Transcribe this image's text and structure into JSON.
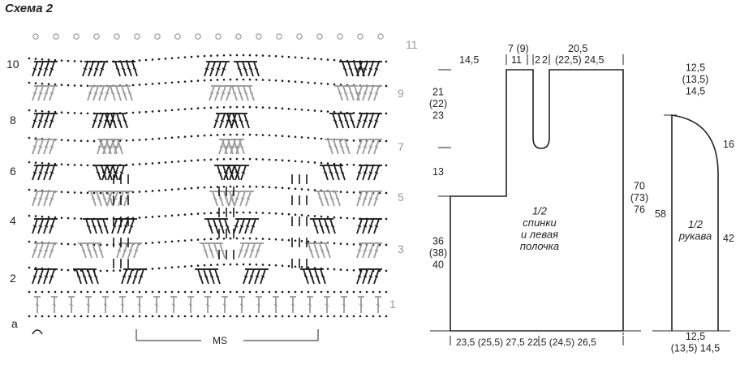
{
  "title": "Схема 2",
  "chart": {
    "left_row_labels": [
      "10",
      "8",
      "6",
      "4",
      "2",
      "a"
    ],
    "right_row_labels": [
      "11",
      "9",
      "7",
      "5",
      "3",
      "1"
    ],
    "repeat_label": "MS"
  },
  "pattern_piece": {
    "label": "1/2\nспинки\nи левая\nполочка",
    "top": {
      "left_width": "14,5",
      "neck_width": "7 (9)",
      "neck_a": "11",
      "neck_b": "2",
      "neck_c": "2",
      "right_width": "20,5",
      "right_extra": "(22,5) 24,5"
    },
    "left": {
      "armhole": "21\n(22)\n23",
      "shoulder": "13",
      "body": "36\n(38)\n40"
    },
    "right": {
      "total": "70\n(73)\n76"
    },
    "bottom": "23,5 (25,5) 27,5 22,5 (24,5) 26,5"
  },
  "sleeve": {
    "label": "1/2\nрукава",
    "top": "12,5\n(13,5)\n14,5",
    "cap_height": "16",
    "lower_height": "42",
    "total_height": "58",
    "bottom": "12,5\n(13,5) 14,5"
  },
  "colors": {
    "stitch_dark": "#1a1a1a",
    "stitch_gray": "#999999",
    "line": "#222222"
  }
}
